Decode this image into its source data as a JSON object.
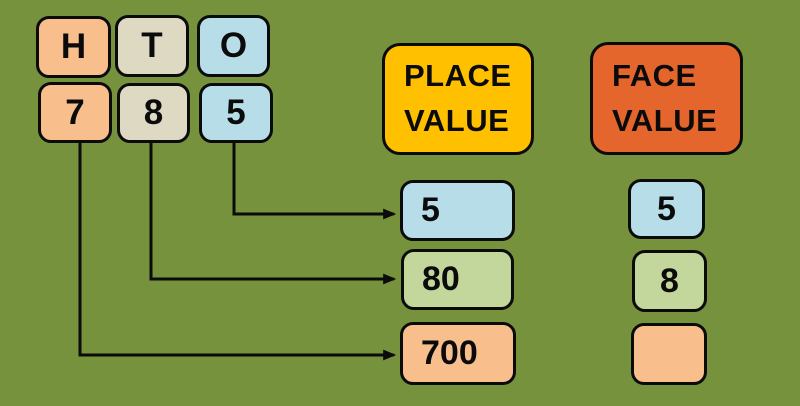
{
  "colors": {
    "background": "#76923C",
    "hundreds": "#F8BF8D",
    "tens": "#DDD9C3",
    "ones": "#B7DEE8",
    "tens_value": "#C3D69B",
    "place_header": "#FFC000",
    "face_header": "#E4662D",
    "border": "#0b0b0b"
  },
  "columns": {
    "headers": [
      {
        "label": "H"
      },
      {
        "label": "T"
      },
      {
        "label": "O"
      }
    ],
    "digits": [
      {
        "label": "7"
      },
      {
        "label": "8"
      },
      {
        "label": "5"
      }
    ]
  },
  "place_value": {
    "title": "PLACE VALUE",
    "items": [
      {
        "value": "5"
      },
      {
        "value": "80"
      },
      {
        "value": "700"
      }
    ]
  },
  "face_value": {
    "title": "FACE VALUE",
    "items": [
      {
        "value": "5"
      },
      {
        "value": "8"
      },
      {
        "value": ""
      }
    ]
  }
}
